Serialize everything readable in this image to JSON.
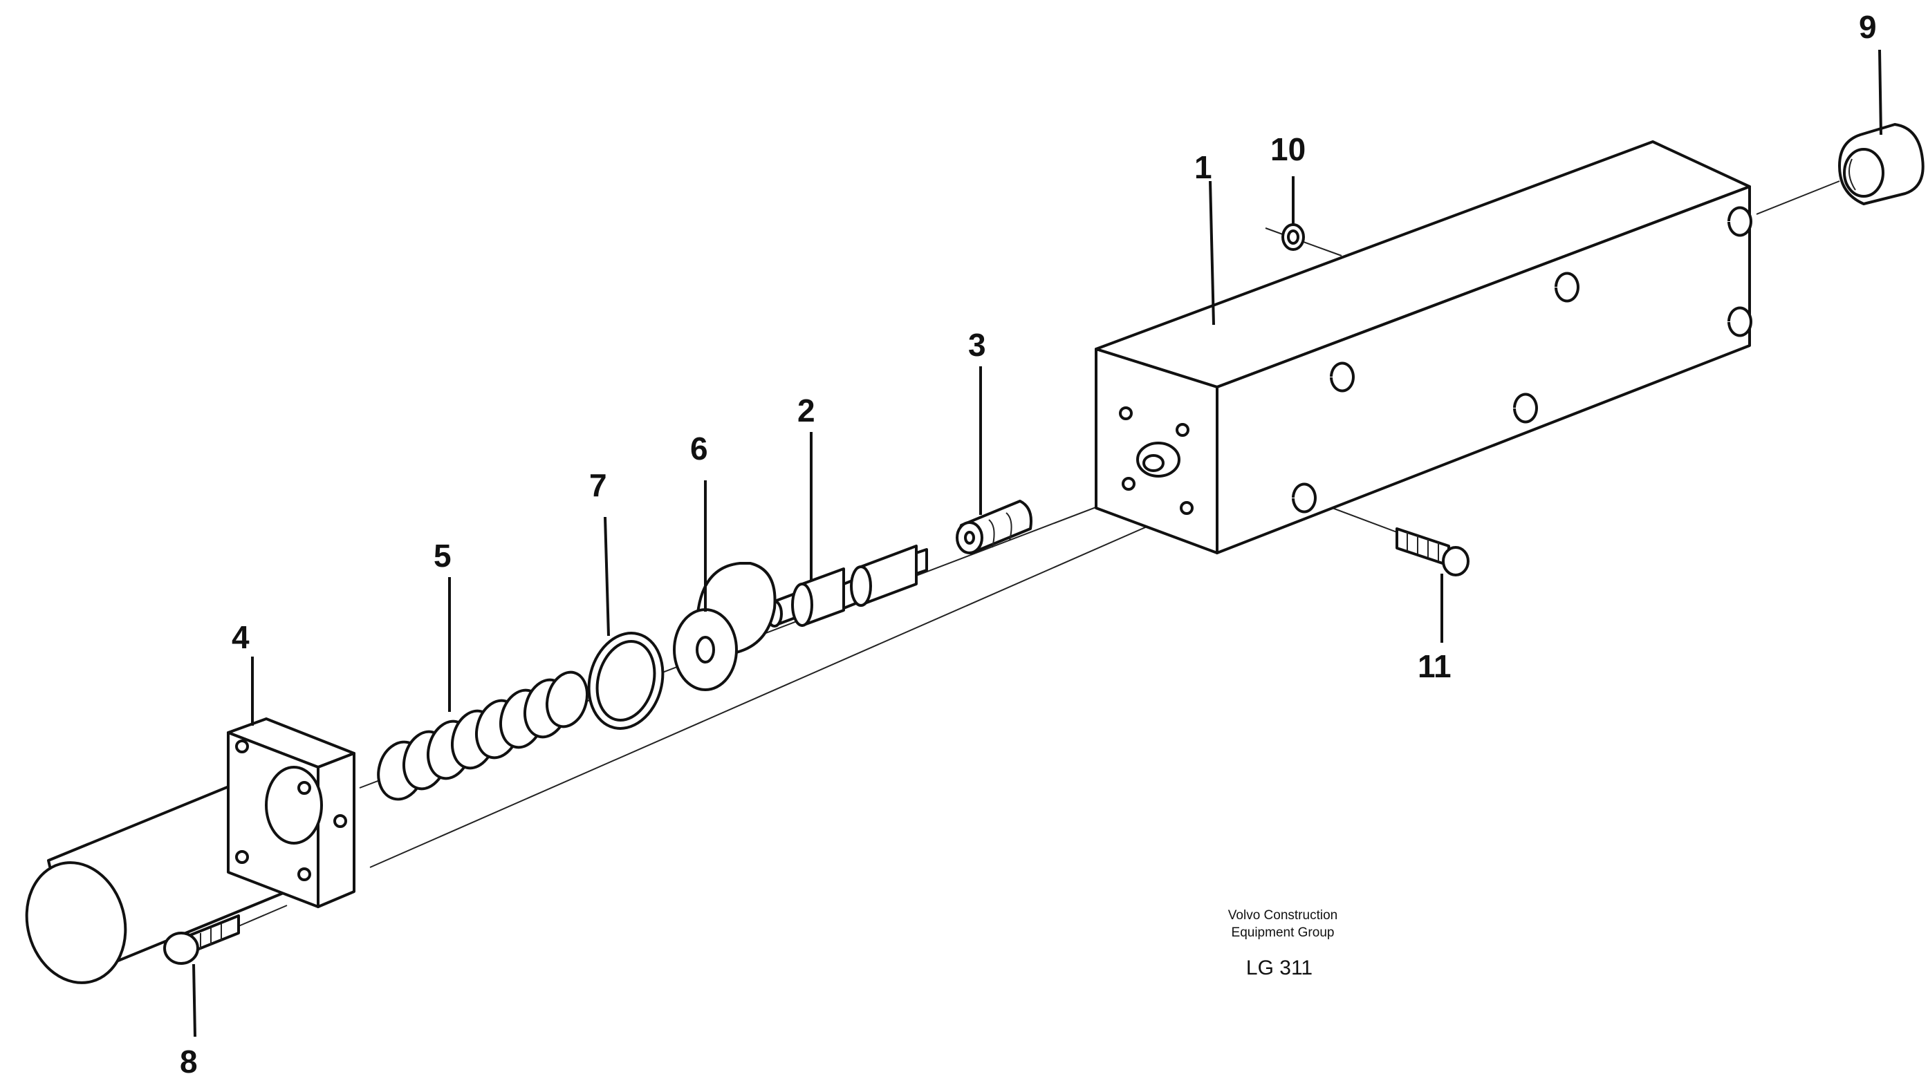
{
  "callouts": {
    "c1": "1",
    "c2": "2",
    "c3": "3",
    "c4": "4",
    "c5": "5",
    "c6": "6",
    "c7": "7",
    "c8": "8",
    "c9": "9",
    "c10": "10",
    "c11": "11"
  },
  "footer": {
    "company_line1": "Volvo Construction",
    "company_line2": "Equipment Group",
    "drawing_code": "LG 311"
  },
  "colors": {
    "line": "#111111",
    "background": "#ffffff"
  }
}
